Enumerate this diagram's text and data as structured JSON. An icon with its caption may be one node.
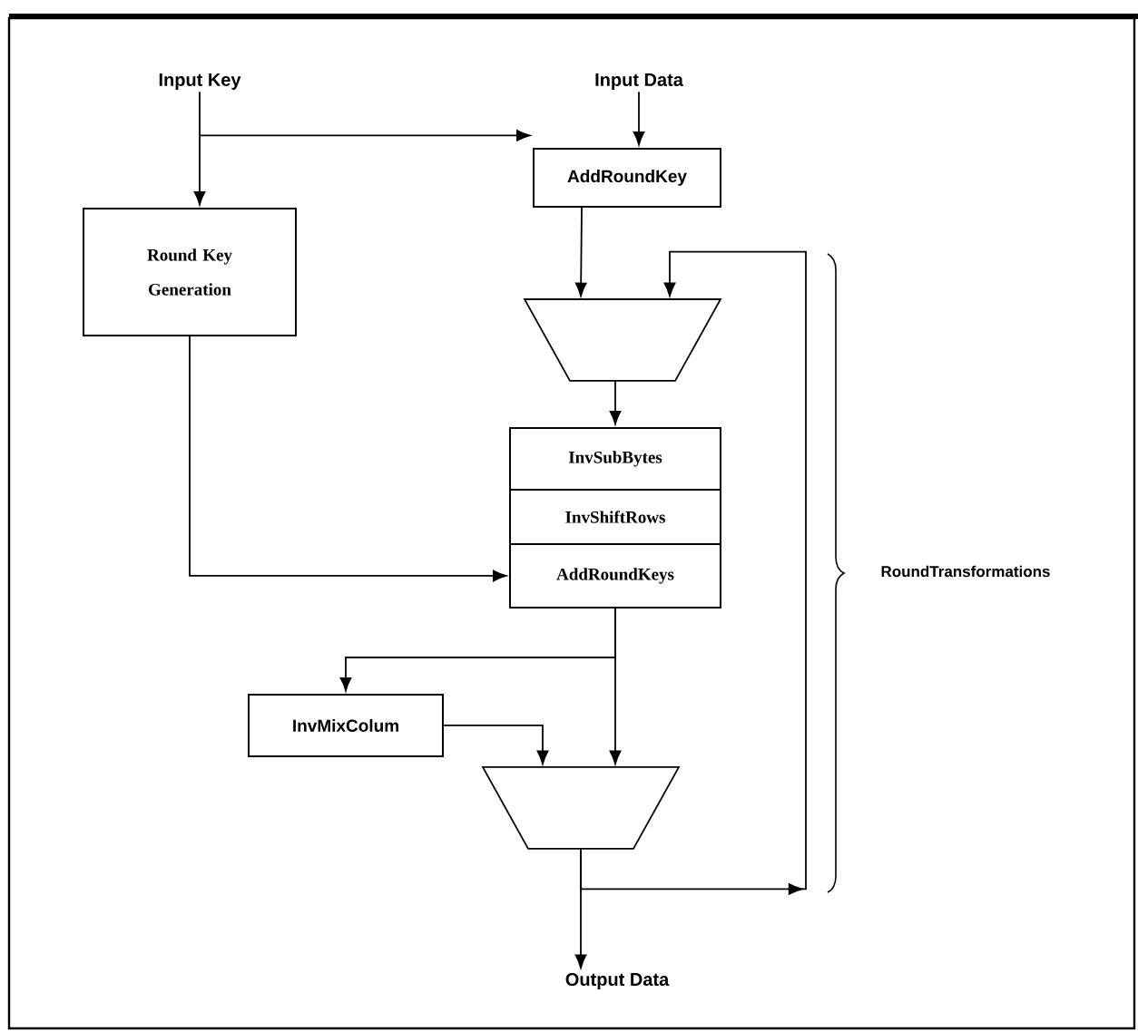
{
  "diagram": {
    "nodes": [
      {
        "text": [
          "Input Key"
        ]
      },
      {
        "text": [
          "Input Data"
        ]
      },
      {
        "text": [
          "AddRoundKey"
        ]
      },
      {
        "text": [
          "Round Key Generation"
        ]
      },
      {
        "text": [],
        "shape": "trapezoid"
      },
      {
        "text": [
          "InvSubBytes"
        ]
      },
      {
        "text": [
          "InvShiftRows"
        ]
      },
      {
        "text": [
          "AddRoundKeys"
        ]
      },
      {
        "text": [
          "InvMixColum"
        ]
      },
      {
        "text": [],
        "shape": "trapezoid"
      },
      {
        "text": [
          "Output Data"
        ]
      }
    ],
    "edges": [
      {
        "from": 1,
        "to": 2,
        "arrow": "to"
      },
      {
        "from": 0,
        "to": 3,
        "arrow": "to"
      },
      {
        "from": 0,
        "to": 2,
        "arrow": "to"
      },
      {
        "from": 2,
        "to": 4,
        "arrow": "to"
      },
      {
        "from": 3,
        "to": 7,
        "arrow": "to"
      },
      {
        "from": 4,
        "to": 5,
        "arrow": "to"
      },
      {
        "from": 7,
        "to": 8,
        "arrow": "to"
      },
      {
        "from": 7,
        "to": 9,
        "arrow": "to"
      },
      {
        "from": 8,
        "to": 9,
        "arrow": "to"
      },
      {
        "from": 9,
        "to": 10,
        "arrow": "to"
      },
      {
        "from": 9,
        "to": 4,
        "arrow": "to"
      }
    ],
    "labels": [
      "RoundTransformations"
    ]
  }
}
